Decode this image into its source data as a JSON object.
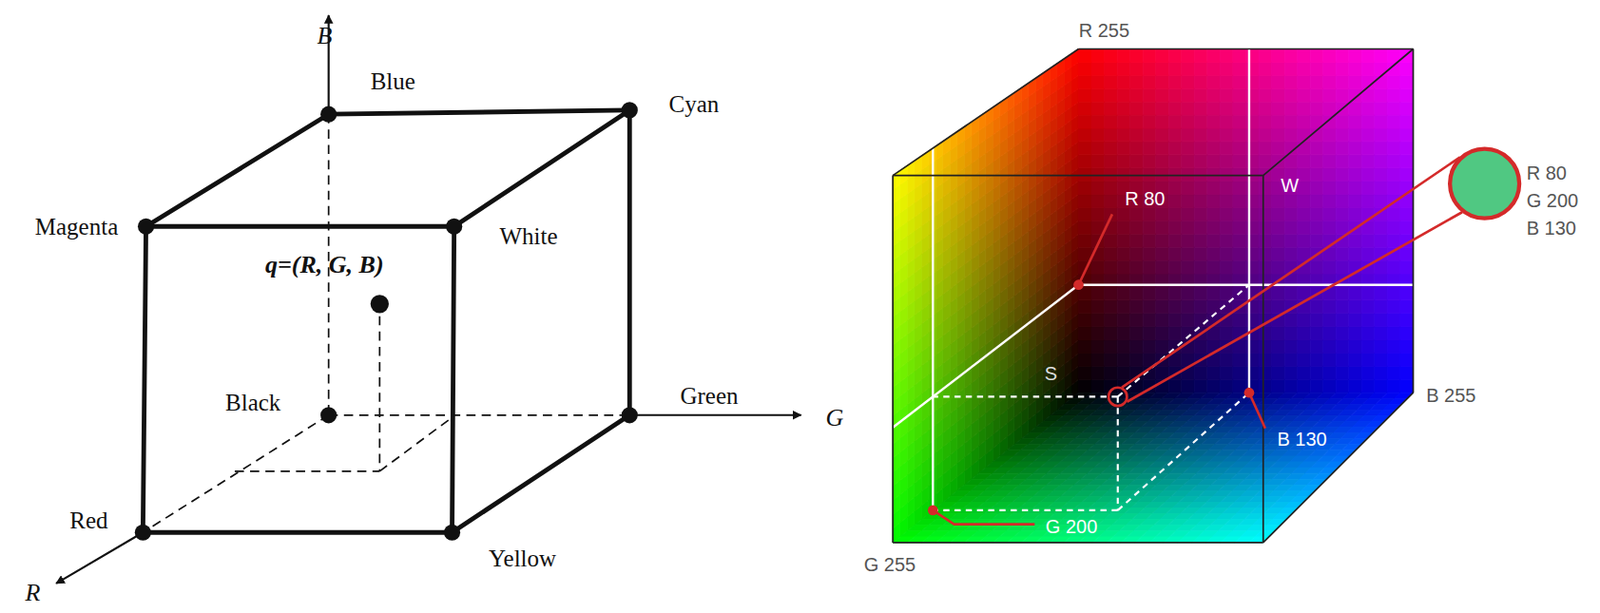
{
  "diagram": {
    "labels": [
      "B",
      "Blue",
      "Cyan",
      "Magenta",
      "White",
      "q=(R, G, B)",
      "Black",
      "Green",
      "Red",
      "Yellow",
      "R",
      "G",
      "R 255",
      "W",
      "R 80",
      "S",
      "B 255",
      "B 130",
      "G 200",
      "G 255",
      "R 80",
      "G 200",
      "B 130"
    ]
  }
}
